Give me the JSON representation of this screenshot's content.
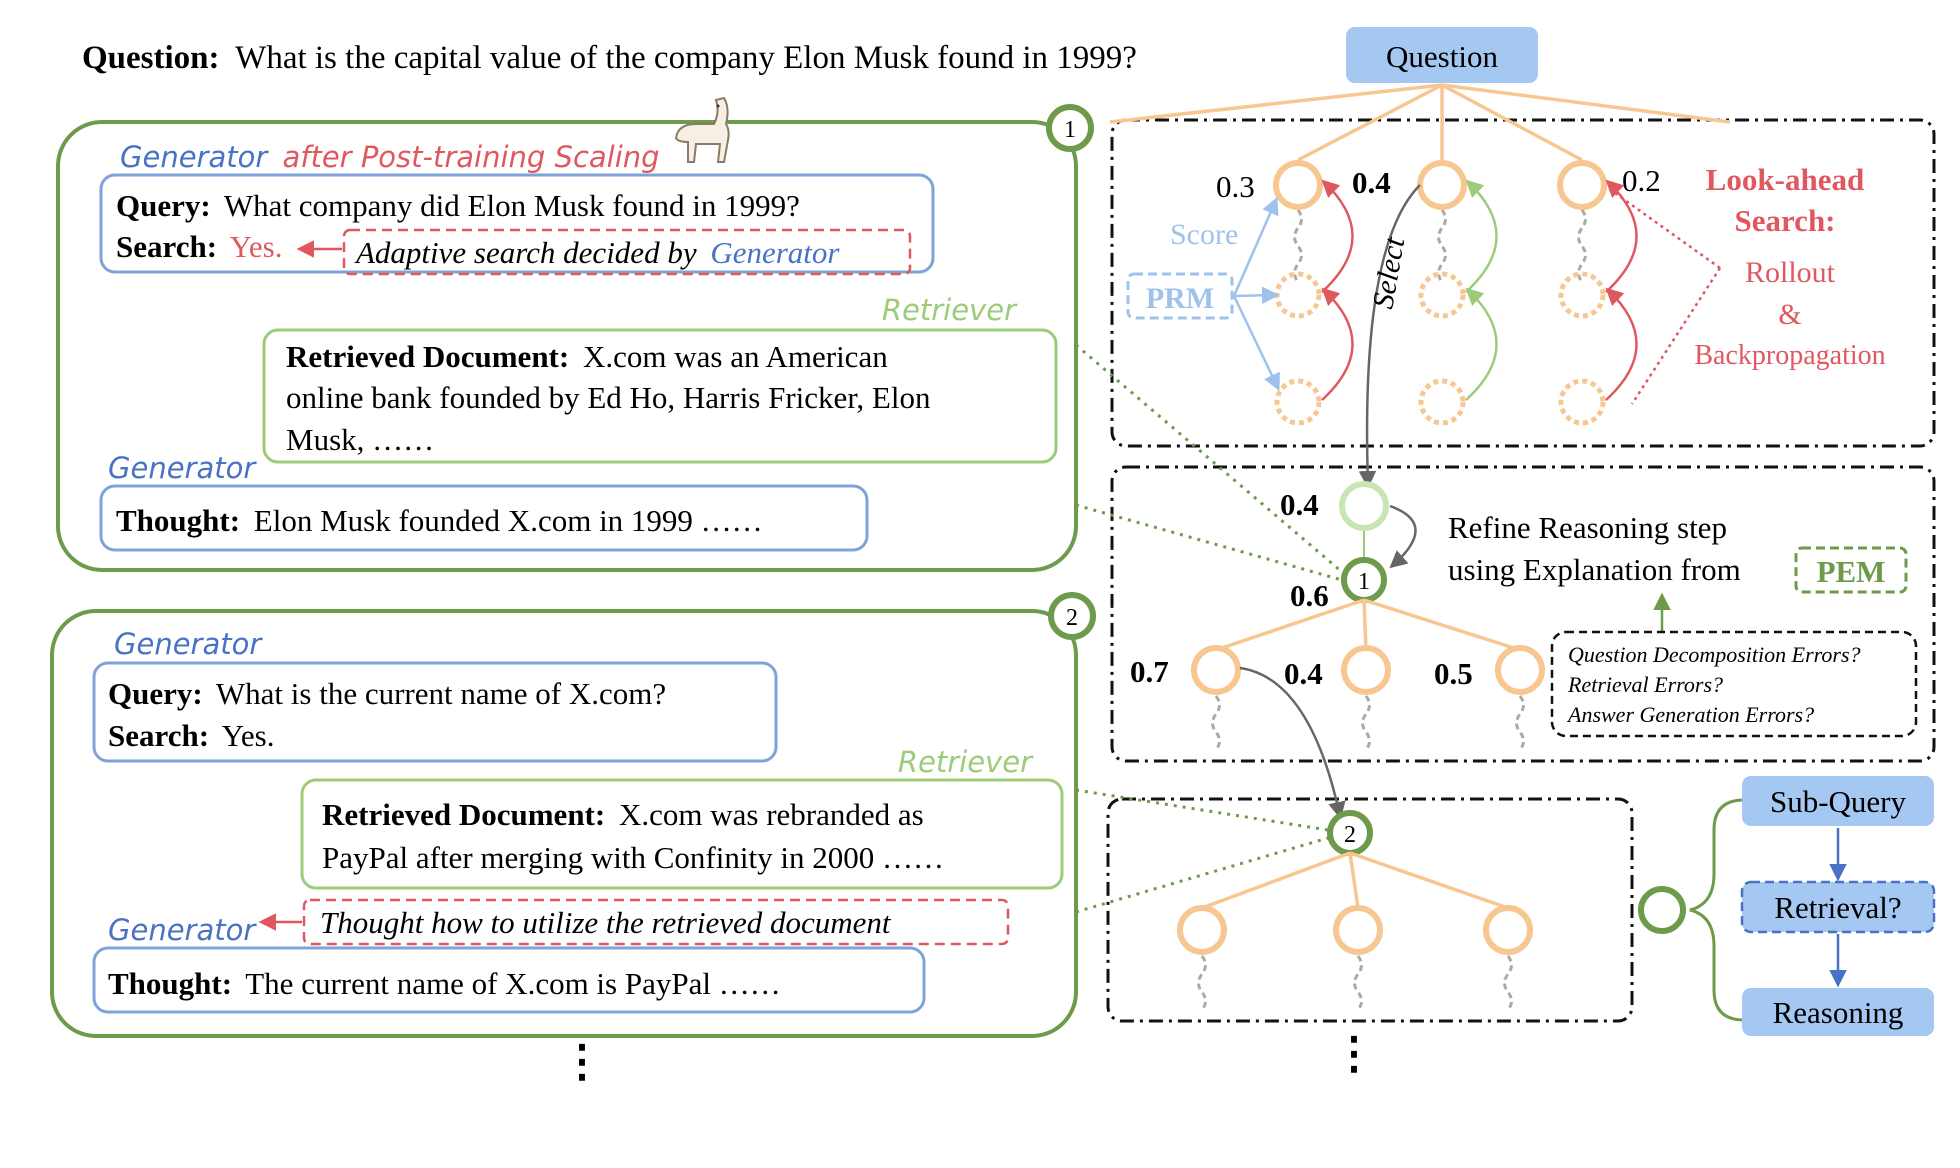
{
  "question": {
    "label": "Question:",
    "text": "What is the capital value of the company Elon Musk found in 1999?",
    "node_label": "Question"
  },
  "step1": {
    "badge": "1",
    "gen_title": "Generator",
    "gen_title_suffix": "after Post-training Scaling",
    "query_label": "Query:",
    "query_text": "What company did Elon Musk found in 1999?",
    "search_label": "Search:",
    "search_value": "Yes.",
    "adaptive_note_prefix": "Adaptive search decided by",
    "adaptive_note_who": "Generator",
    "retriever_title": "Retriever",
    "doc_label": "Retrieved Document:",
    "doc_line1": "X.com was an American",
    "doc_line2": "online bank founded by Ed Ho, Harris Fricker, Elon",
    "doc_line3": "Musk, ……",
    "gen2_title": "Generator",
    "thought_label": "Thought:",
    "thought_text": "Elon Musk founded X.com in 1999 ……"
  },
  "step2": {
    "badge": "2",
    "gen_title": "Generator",
    "query_label": "Query:",
    "query_text": "What is the current name of X.com?",
    "search_label": "Search:",
    "search_value": "Yes.",
    "retriever_title": "Retriever",
    "doc_label": "Retrieved Document:",
    "doc_line1": "X.com was rebranded as",
    "doc_line2": "PayPal after merging with Confinity in 2000 ……",
    "utilize_note": "Thought how to utilize the retrieved document",
    "gen2_title": "Generator",
    "thought_label": "Thought:",
    "thought_text": "The current name of X.com is PayPal ……"
  },
  "top_tree": {
    "score_left": "0.3",
    "score_mid": "0.4",
    "score_right": "0.2",
    "score_label": "Score",
    "prm_label": "PRM",
    "select_label": "Select",
    "lookahead_line1": "Look-ahead",
    "lookahead_line2": "Search:",
    "rollout": "Rollout",
    "amp": "&",
    "backprop": "Backpropagation"
  },
  "mid_tree": {
    "score_prev": "0.4",
    "score_new": "0.6",
    "badge": "1",
    "refine_line1": "Refine Reasoning step",
    "refine_line2": "using Explanation from",
    "pem_label": "PEM",
    "child_scores": [
      "0.7",
      "0.4",
      "0.5"
    ],
    "errors": [
      "Question Decomposition Errors?",
      "Retrieval Errors?",
      "Answer Generation Errors?"
    ]
  },
  "bottom_tree": {
    "badge": "2"
  },
  "legend": {
    "items": [
      "Sub-Query",
      "Retrieval?",
      "Reasoning"
    ]
  },
  "ellipsis": "⋮",
  "colors": {
    "green": "#6e9a4b",
    "light_green": "#9ccc7a",
    "blue": "#4a72c4",
    "blue_box": "#7fa3d9",
    "light_blue": "#9dc3ec",
    "red": "#e0585f",
    "orange": "#f8c690",
    "node_fill": "#a4c8f2"
  }
}
